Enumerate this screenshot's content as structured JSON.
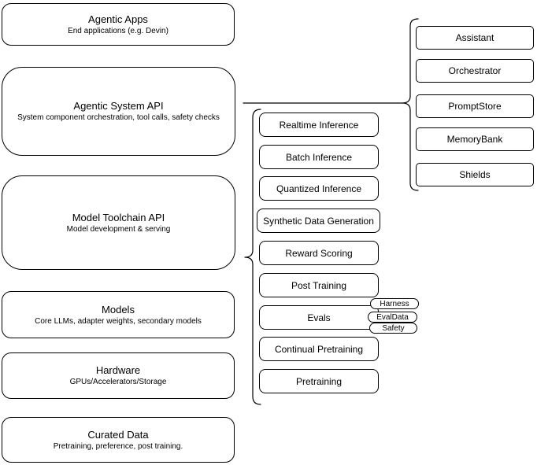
{
  "left_stack": [
    {
      "title": "Agentic Apps",
      "subtitle": "End applications (e.g. Devin)"
    },
    {
      "title": "Agentic System API",
      "subtitle": "System component orchestration, tool calls, safety checks"
    },
    {
      "title": "Model Toolchain API",
      "subtitle": "Model development & serving"
    },
    {
      "title": "Models",
      "subtitle": "Core LLMs, adapter weights, secondary models"
    },
    {
      "title": "Hardware",
      "subtitle": "GPUs/Accelerators/Storage"
    },
    {
      "title": "Curated Data",
      "subtitle": "Pretraining, preference, post training."
    }
  ],
  "toolchain_items": [
    "Realtime Inference",
    "Batch Inference",
    "Quantized Inference",
    "Synthetic Data Generation",
    "Reward Scoring",
    "Post Training",
    "Evals",
    "Continual Pretraining",
    "Pretraining"
  ],
  "eval_tags": [
    "Harness",
    "EvalData",
    "Safety"
  ],
  "system_components": [
    "Assistant",
    "Orchestrator",
    "PromptStore",
    "MemoryBank",
    "Shields"
  ],
  "colors": {
    "stroke": "#000000",
    "background": "#ffffff",
    "text": "#000000"
  }
}
